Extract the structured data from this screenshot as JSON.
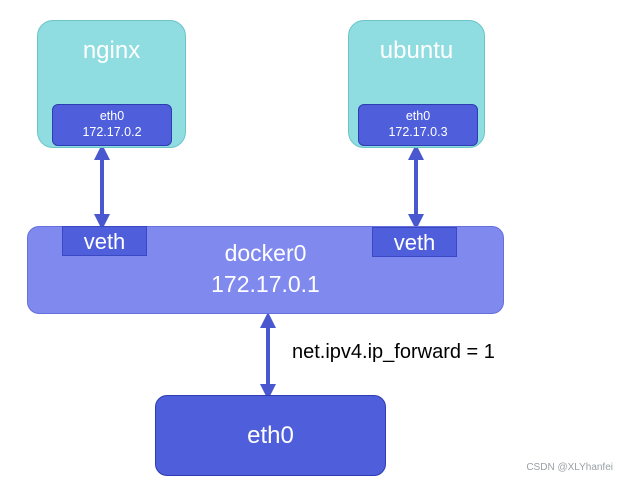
{
  "containers": [
    {
      "name": "nginx",
      "eth": {
        "label": "eth0",
        "ip": "172.17.0.2"
      }
    },
    {
      "name": "ubuntu",
      "eth": {
        "label": "eth0",
        "ip": "172.17.0.3"
      }
    }
  ],
  "bridge": {
    "name": "docker0",
    "ip": "172.17.0.1"
  },
  "veths": [
    "veth",
    "veth"
  ],
  "host": {
    "eth": "eth0"
  },
  "annotation": "net.ipv4.ip_forward = 1",
  "watermark": "CSDN @XLYhanfei",
  "colors": {
    "container_fill": "#8fdde0",
    "nic_fill": "#4f5fdc",
    "bridge_fill": "#8089ee",
    "arrow": "#4a58d0"
  }
}
